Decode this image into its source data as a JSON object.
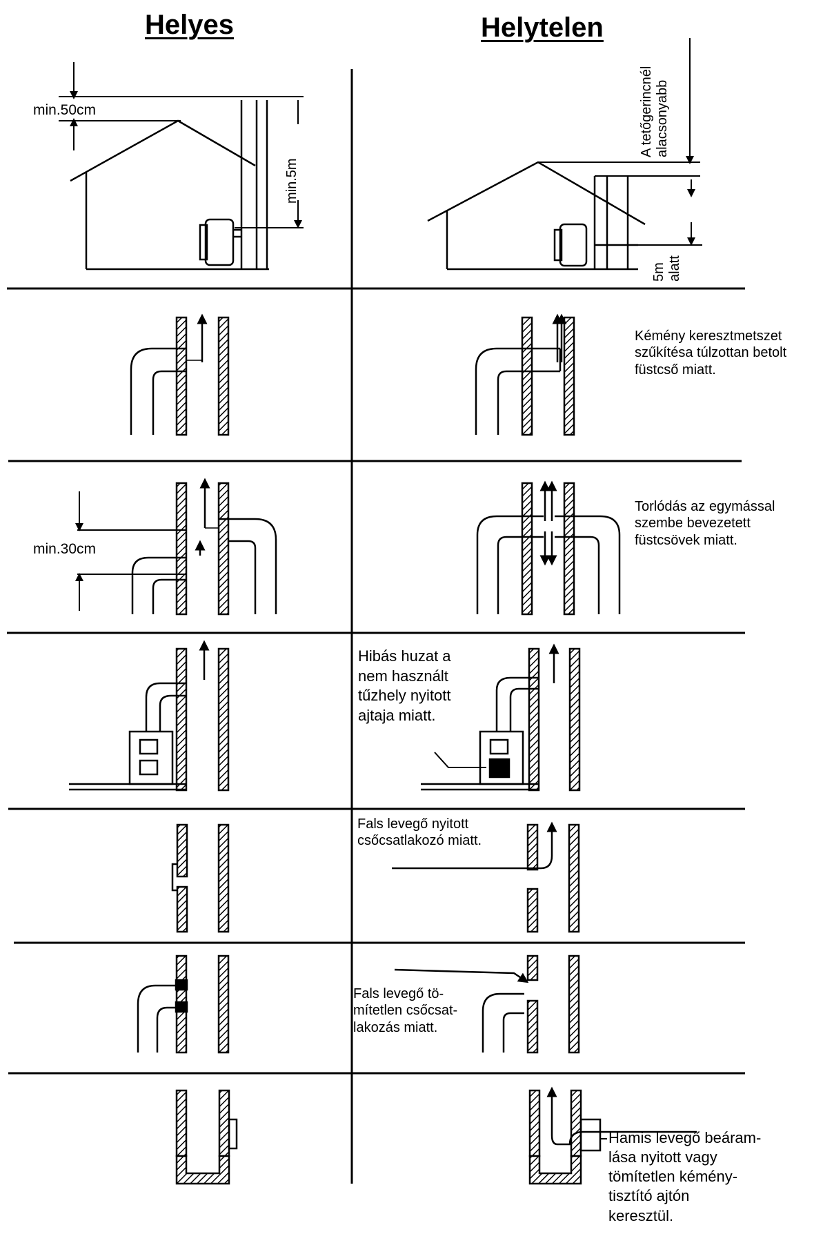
{
  "headers": {
    "correct": "Helyes",
    "incorrect": "Helytelen"
  },
  "row1": {
    "left_top_dim": "min.50cm",
    "left_side_dim": "min.5m",
    "right_top_lines": [
      "A tetőgerincnél",
      "alacsonyabb"
    ],
    "right_bottom_lines": [
      "5m",
      "alatt"
    ]
  },
  "row2": {
    "note_lines": [
      "Kémény keresztmetszet",
      "szűkítésa túlzottan betolt",
      "füstcső miatt."
    ]
  },
  "row3": {
    "left_dim": "min.30cm",
    "note_lines": [
      "Torlódás az egymással",
      "szembe bevezetett",
      "füstcsövek miatt."
    ]
  },
  "row4": {
    "note_lines": [
      "Hibás huzat a",
      "nem használt",
      "tűzhely nyitott",
      "ajtaja miatt."
    ]
  },
  "row5": {
    "note_lines": [
      "Fals levegő nyitott",
      "csőcsatlakozó miatt."
    ]
  },
  "row6": {
    "note_lines": [
      "Fals levegő tö-",
      "mítetlen csőcsat-",
      "lakozás miatt."
    ]
  },
  "row7": {
    "note_lines": [
      "Hamis levegő beáram-",
      "lása nyitott vagy",
      "tömítetlen kémény-",
      "tisztító ajtón",
      "keresztül."
    ]
  },
  "colors": {
    "ink": "#000000",
    "paper": "#ffffff"
  }
}
